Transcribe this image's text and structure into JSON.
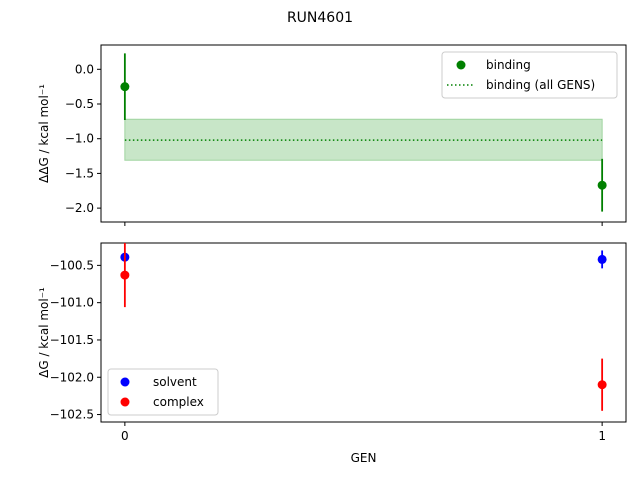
{
  "figure": {
    "title": "RUN4601"
  },
  "chart_data": [
    {
      "type": "scatter",
      "panel": "top",
      "ylabel": "ΔΔG / kcal mol⁻¹",
      "xlabel": "",
      "xlim": [
        -0.05,
        1.05
      ],
      "ylim": [
        -2.2,
        0.35
      ],
      "yticks": [
        0.0,
        -0.5,
        -1.0,
        -1.5,
        -2.0
      ],
      "ytick_labels": [
        "0.0",
        "−0.5",
        "−1.0",
        "−1.5",
        "−2.0"
      ],
      "xticks": [
        0,
        1
      ],
      "show_xtick_labels": false,
      "band": {
        "x": [
          0,
          1
        ],
        "center": -1.02,
        "low": -1.31,
        "high": -0.72,
        "color": "#c8e6c8"
      },
      "hline": {
        "name": "binding (all GENS)",
        "y": -1.02,
        "x": [
          0,
          1
        ],
        "color": "#008000",
        "style": "dotted"
      },
      "series": [
        {
          "name": "binding",
          "color": "#008000",
          "x": [
            0,
            1
          ],
          "y": [
            -0.25,
            -1.67
          ],
          "err": [
            0.48,
            0.38
          ]
        }
      ],
      "legend": {
        "placement": "top-right",
        "entries": [
          "binding",
          "binding (all GENS)"
        ]
      }
    },
    {
      "type": "scatter",
      "panel": "bottom",
      "ylabel": "ΔG / kcal mol⁻¹",
      "xlabel": "GEN",
      "xlim": [
        -0.05,
        1.05
      ],
      "ylim": [
        -102.6,
        -100.2
      ],
      "yticks": [
        -100.5,
        -101.0,
        -101.5,
        -102.0,
        -102.5
      ],
      "ytick_labels": [
        "−100.5",
        "−101.0",
        "−101.5",
        "−102.0",
        "−102.5"
      ],
      "xticks": [
        0,
        1
      ],
      "xtick_labels": [
        "0",
        "1"
      ],
      "series": [
        {
          "name": "solvent",
          "color": "#0000ff",
          "x": [
            0,
            1
          ],
          "y": [
            -100.39,
            -100.42
          ],
          "err": [
            0.05,
            0.12
          ]
        },
        {
          "name": "complex",
          "color": "#ff0000",
          "x": [
            0,
            1
          ],
          "y": [
            -100.63,
            -102.1
          ],
          "err": [
            0.43,
            0.35
          ]
        }
      ],
      "legend": {
        "placement": "bottom-left",
        "entries": [
          "solvent",
          "complex"
        ]
      }
    }
  ]
}
